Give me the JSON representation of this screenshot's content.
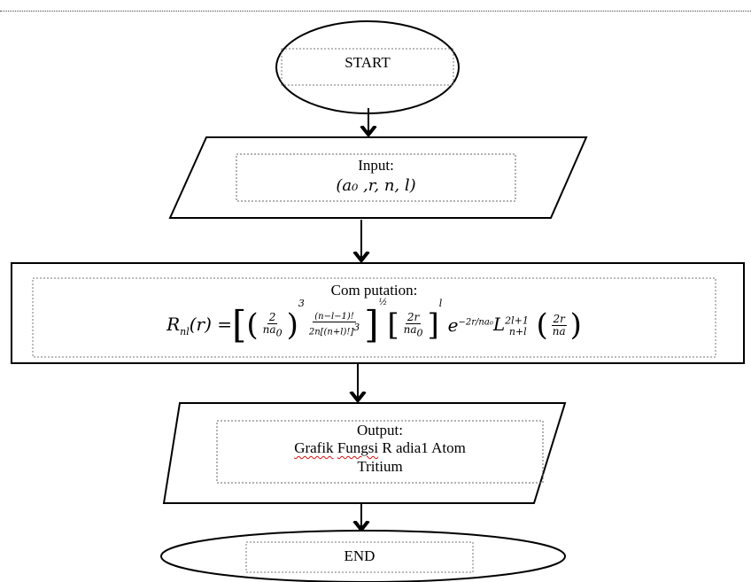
{
  "start": {
    "label": "START"
  },
  "input": {
    "title": "Input:",
    "params": "(a₀ ,r, n, l)"
  },
  "computation": {
    "title": "Com putation:"
  },
  "output": {
    "title": "Output:",
    "line1_a": "Grafik",
    "line1_b": "Fungsi",
    "line1_c": "R adia1 Atom",
    "line2": "Tritium"
  },
  "end": {
    "label": "END"
  }
}
